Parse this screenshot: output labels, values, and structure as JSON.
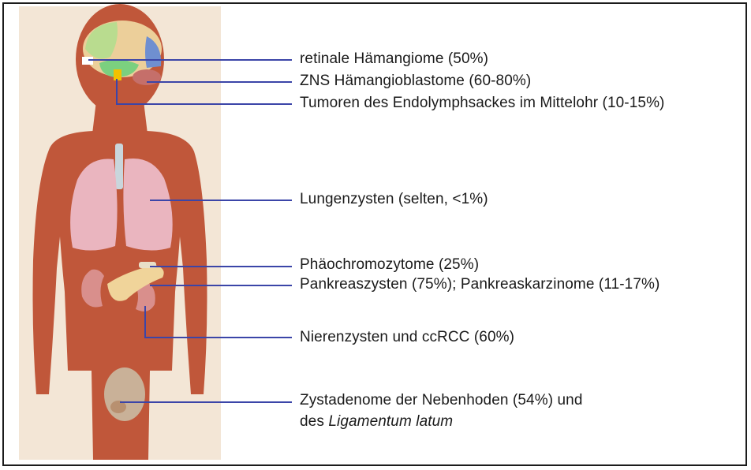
{
  "colors": {
    "body": "#c0573a",
    "background_panel": "#f3e6d6",
    "leader_line": "#3b45a8",
    "lung": "#eab5bf",
    "kidney": "#d98f8c",
    "pancreas": "#f0d49a",
    "brain_cerebrum": "#eccf9a",
    "brain_frontal": "#b9dc8f",
    "brain_blue": "#6f8fd0",
    "brain_green": "#7bd07f",
    "endolymph_sac": "#f2c100",
    "retina": "#ffffff",
    "bladder": "#c9b198",
    "trachea": "#c9d6dc"
  },
  "labels": {
    "retina": "retinale Hämangiome (50%)",
    "cns": "ZNS Hämangioblastome (60-80%)",
    "endolymph": "Tumoren des Endolymphsackes im Mittelohr (10-15%)",
    "lung": "Lungenzysten (selten, <1%)",
    "pheo": "Phäochromozytome (25%)",
    "pancreas": "Pankreaszysten (75%);  Pankreaskarzinome (11-17%)",
    "kidney": "Nierenzysten und ccRCC (60%)",
    "cyst_line1": "Zystadenome der Nebenhoden (54%) und",
    "cyst_line2_prefix": "des ",
    "cyst_line2_italic": "Ligamentum latum"
  }
}
